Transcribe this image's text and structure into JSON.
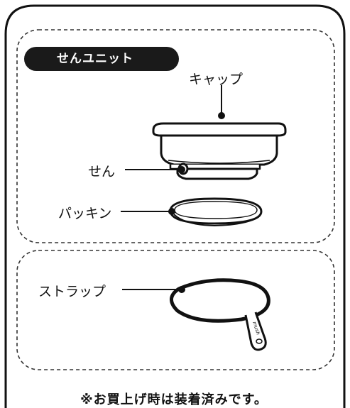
{
  "unit_badge": "せんユニット",
  "parts": {
    "cap": "キャップ",
    "plug": "せん",
    "gasket": "パッキン",
    "strap": "ストラップ"
  },
  "strap_tab_text": "mush",
  "footer_note": "※お買上げ時は装着済みです。",
  "colors": {
    "line": "#111111",
    "part_fill": "#ffffff",
    "badge": "#1a1a1a"
  }
}
